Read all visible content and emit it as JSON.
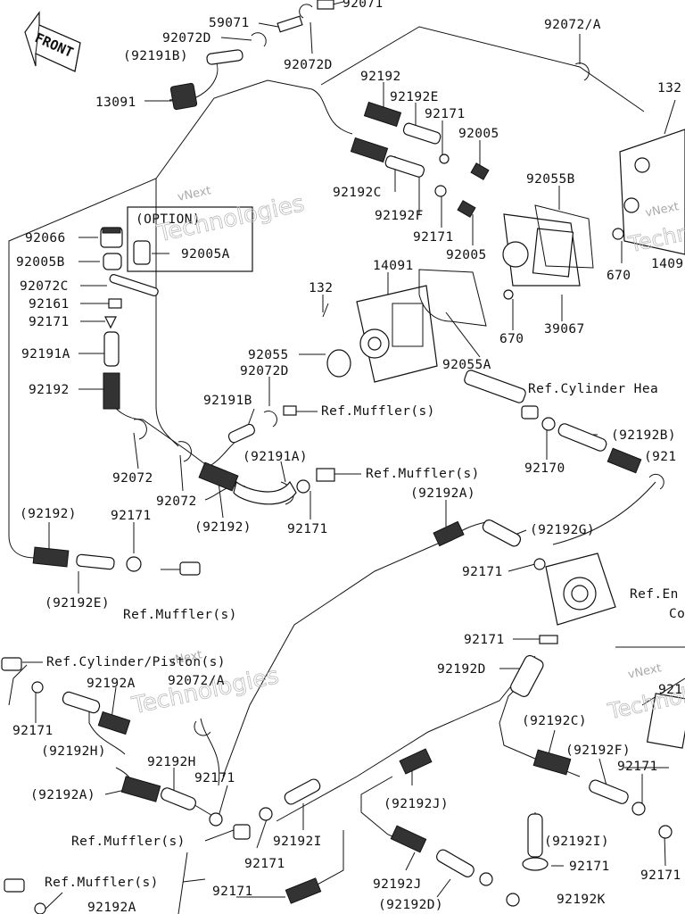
{
  "front_label": "FRONT",
  "option_label": "(OPTION)",
  "watermark": {
    "line1": "vNext",
    "line2": "Technologies"
  },
  "labels": {
    "p59071": "59071",
    "p92071": "92071",
    "p92072D_a": "92072D",
    "p92191B_a": "(92191B)",
    "p92072D_b": "92072D",
    "p92072A_top": "92072/A",
    "p13091": "13091",
    "p132_tr": "132",
    "p92192": "92192",
    "p92192E": "92192E",
    "p92171_a": "92171",
    "p92005_a": "92005",
    "p92192C": "92192C",
    "p92055B": "92055B",
    "p92192F": "92192F",
    "p92171_b": "92171",
    "p92005_b": "92005",
    "p92066": "92066",
    "p92005A": "92005A",
    "p92005B": "92005B",
    "p670_a": "670",
    "p1409": "1409",
    "p92072C": "92072C",
    "p132": "132",
    "p14091": "14091",
    "p92161": "92161",
    "p92171_c": "92171",
    "p670_b": "670",
    "p39067": "39067",
    "p92191A": "92191A",
    "p92055": "92055",
    "p92192_b": "92192",
    "p92072D_c": "92072D",
    "p92055A": "92055A",
    "ref_cyl_head": "Ref.Cylinder Hea",
    "p92191B_b": "92191B",
    "ref_muffler_a": "Ref.Muffler(s)",
    "p92192B": "(92192B)",
    "p92170": "92170",
    "p921_r": "(921",
    "p92072_a": "92072",
    "p92191A_b": "(92191A)",
    "ref_muffler_b": "Ref.Muffler(s)",
    "p92072_b": "92072",
    "p92192A_a": "(92192A)",
    "p92192_c": "(92192)",
    "p92171_d": "92171",
    "p92192G": "(92192G)",
    "p92192_paren": "(92192)",
    "p92171_e": "92171",
    "p92171_f": "92171",
    "ref_en": "Ref.En",
    "ref_co": "Co",
    "p92192E_b": "(92192E)",
    "ref_muffler_c": "Ref.Muffler(s)",
    "p92171_g": "92171",
    "ref_cyl_piston": "Ref.Cylinder/Piston(s)",
    "p92072A_mid": "92072/A",
    "p92192D": "92192D",
    "p92192A_b": "92192A",
    "p921_r2": "921",
    "p92171_h": "92171",
    "p92192H_a": "(92192H)",
    "p92192C_b": "(92192C)",
    "p92192F_b": "(92192F)",
    "p92192H_b": "92192H",
    "p92171_i": "92171",
    "p92192A_c": "(92192A)",
    "p92171_j": "92171",
    "p92192J_a": "(92192J)",
    "ref_muffler_d": "Ref.Muffler(s)",
    "p92192I_a": "92192I",
    "p92192I_b": "(92192I)",
    "p92171_k": "92171",
    "p92171_l": "92171",
    "p92171_m": "92171",
    "ref_muffler_e": "Ref.Muffler(s)",
    "p92171_n": "92171",
    "p92192J_b": "92192J",
    "p92192D_b": "(92192D)",
    "p92192K": "92192K",
    "p92192A_d": "92192A"
  }
}
